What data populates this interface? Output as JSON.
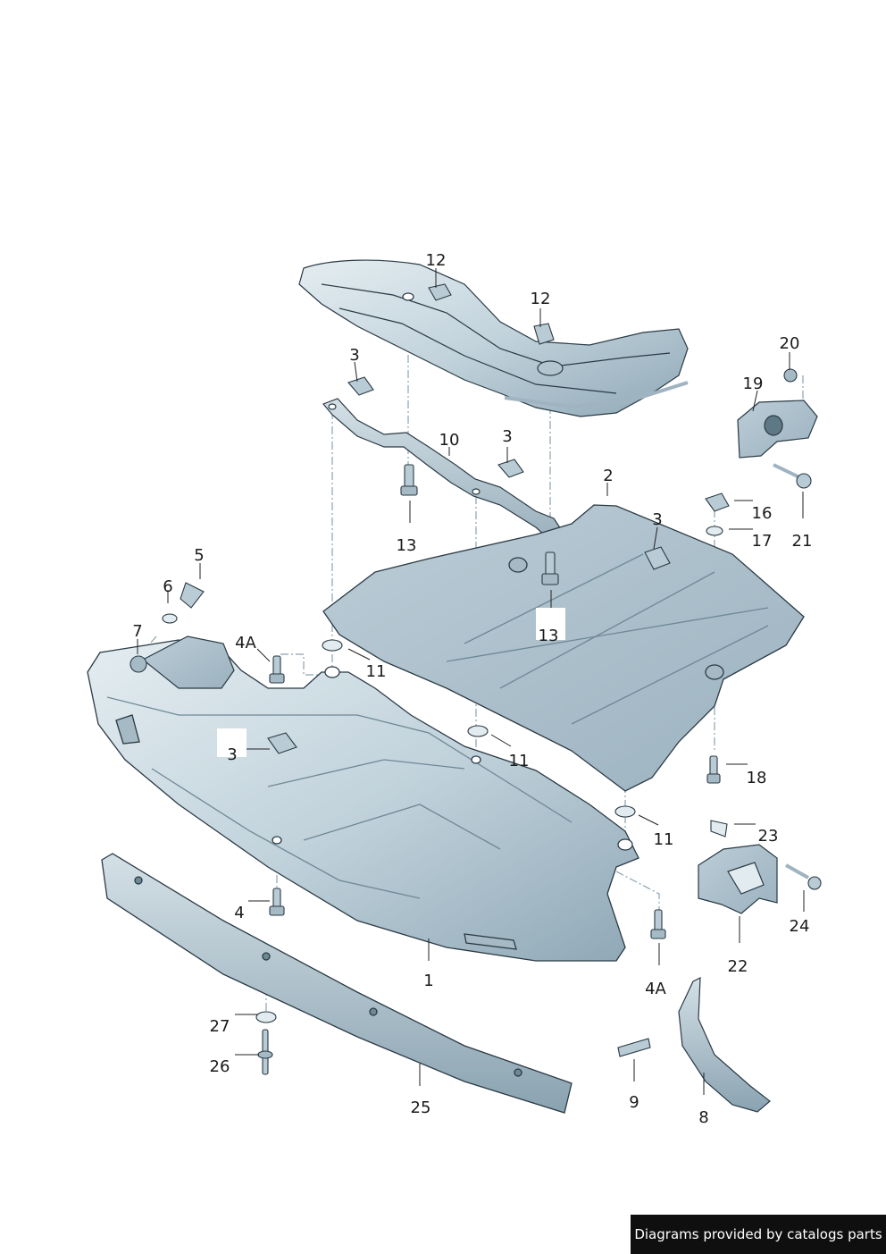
{
  "colors": {
    "background": "#ffffff",
    "part_fill": "#c7d6de",
    "part_fill_light": "#e2ebef",
    "part_fill_dark": "#98aebb",
    "part_stroke": "#2a3a44",
    "leader": "#222222",
    "centerline": "#8aa2b0",
    "footer_bg": "#0f0f0f",
    "footer_text": "#ffffff"
  },
  "callouts": [
    "12",
    "12",
    "3",
    "3",
    "3",
    "3",
    "10",
    "2",
    "20",
    "19",
    "13",
    "13",
    "16",
    "17",
    "21",
    "5",
    "6",
    "7",
    "4A",
    "11",
    "11",
    "11",
    "18",
    "23",
    "24",
    "22",
    "4",
    "1",
    "4A",
    "27",
    "26",
    "25",
    "9",
    "8"
  ],
  "footer": {
    "text": "Diagrams provided by catalogs parts"
  }
}
